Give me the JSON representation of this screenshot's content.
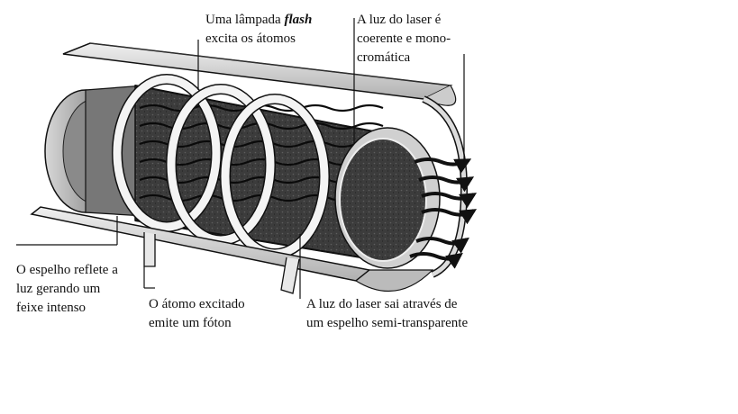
{
  "labels": {
    "flash_before": "Uma lâmpada ",
    "flash_em": "flash",
    "flash_line2": "excita os átomos",
    "coherent_line1": "A luz do laser é",
    "coherent_line2": "coerente e mono-",
    "coherent_line3": "cromática",
    "mirror_line1": "O espelho reflete a",
    "mirror_line2": "luz gerando um",
    "mirror_line3": "feixe intenso",
    "photon_line1": "O átomo excitado",
    "photon_line2": "emite um fóton",
    "exit_line1": "A luz do laser sai através de",
    "exit_line2": "um espelho semi-transparente"
  },
  "colors": {
    "ink": "#111111",
    "tube_gray": "#6a6a6a",
    "tube_light": "#e4e4e4",
    "coil_white": "#f4f4f4"
  }
}
